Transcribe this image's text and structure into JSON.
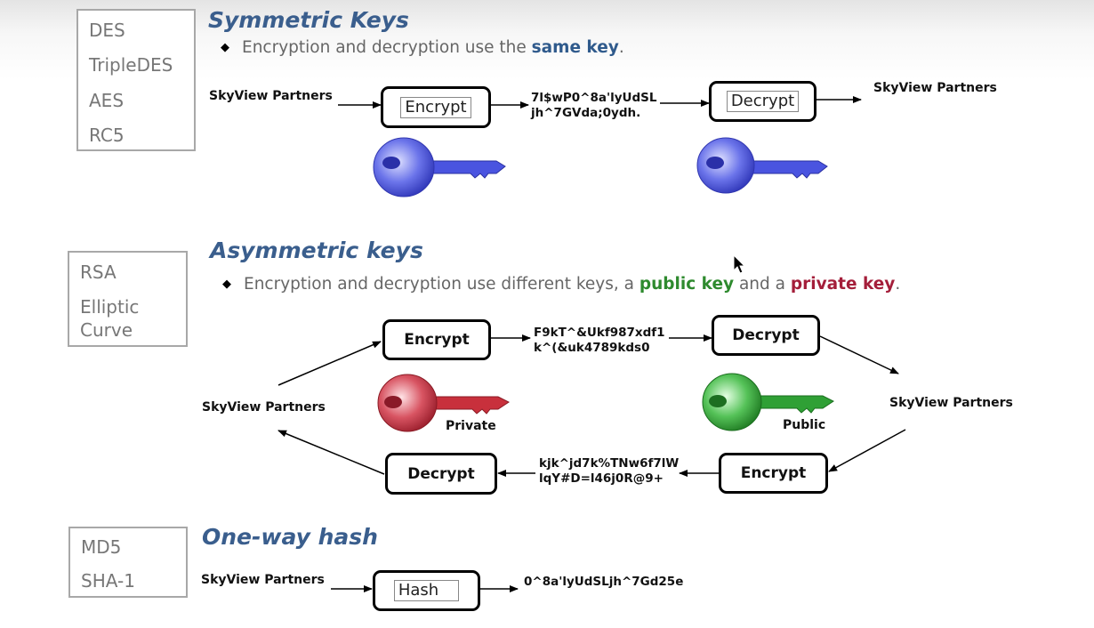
{
  "colors": {
    "title": "#3a5e8d",
    "bold_blue": "#2f5a8c",
    "public_green": "#2e8a2e",
    "private_red": "#a41e3a",
    "key_blue": "#4a54e0",
    "key_red": "#c8303c",
    "key_green": "#2fa035"
  },
  "symmetric": {
    "algorithms": [
      "DES",
      "TripleDES",
      "AES",
      "RC5"
    ],
    "title": "Symmetric Keys",
    "bullet_pre": "Encryption and decryption use the ",
    "bullet_bold": "same key",
    "bullet_post": ".",
    "sender": "SkyView Partners",
    "encrypt_label": "Encrypt",
    "cipher_line1": "7l$wP0^8a'lyUdSL",
    "cipher_line2": "jh^7GVda;0ydh.",
    "decrypt_label": "Decrypt",
    "receiver": "SkyView Partners",
    "key_icon": "key-icon"
  },
  "asymmetric": {
    "algorithms": [
      "RSA",
      "Elliptic",
      "Curve"
    ],
    "title": "Asymmetric keys",
    "bullet_pre": "Encryption and decryption use different keys, a ",
    "bullet_public": "public key",
    "bullet_mid": " and a ",
    "bullet_private": "private key",
    "bullet_post": ".",
    "left_party": "SkyView Partners",
    "right_party": "SkyView Partners",
    "top_encrypt": "Encrypt",
    "top_cipher_line1": "F9kT^&Ukf987xdf1",
    "top_cipher_line2": "k^(&uk4789kds0",
    "top_decrypt": "Decrypt",
    "bottom_encrypt": "Encrypt",
    "bottom_cipher_line1": "kjk^jd7k%TNw6f7lW",
    "bottom_cipher_line2": "lqY#D=l46j0R@9+",
    "bottom_decrypt": "Decrypt",
    "private_label": "Private",
    "public_label": "Public"
  },
  "hash": {
    "algorithms": [
      "MD5",
      "SHA-1"
    ],
    "title": "One-way hash",
    "sender": "SkyView Partners",
    "hash_label": "Hash",
    "digest": "0^8a'lyUdSLjh^7Gd25e"
  }
}
